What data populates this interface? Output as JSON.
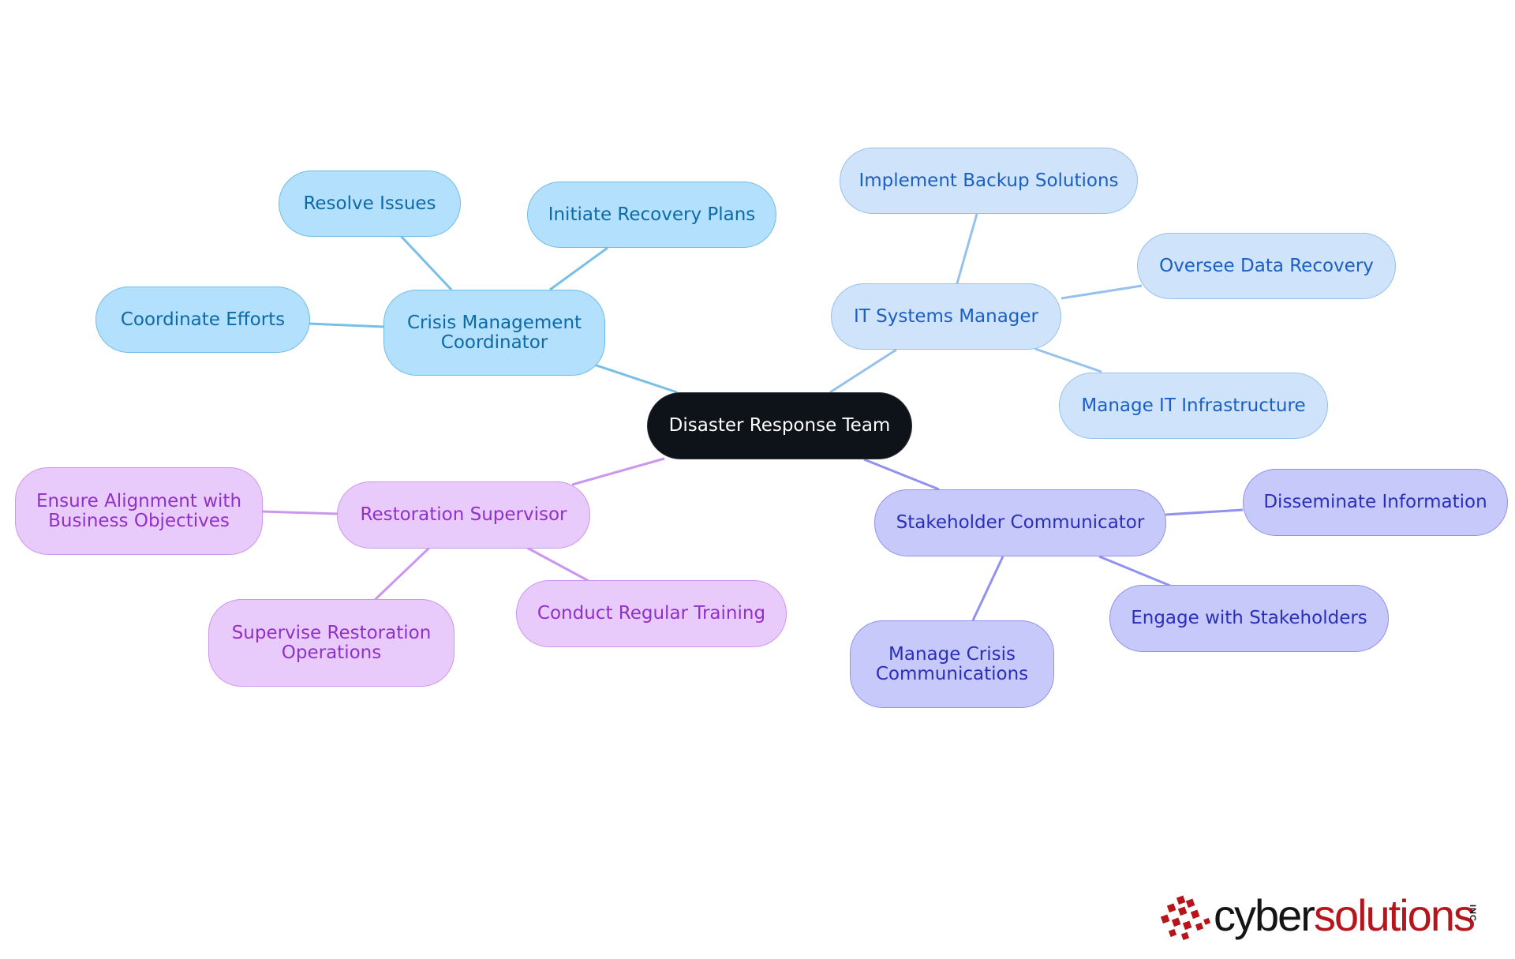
{
  "mindmap": {
    "root": "Disaster Response Team",
    "branches": [
      {
        "label": "Crisis Management\nCoordinator",
        "children": [
          "Resolve Issues",
          "Initiate Recovery Plans",
          "Coordinate Efforts"
        ]
      },
      {
        "label": "IT Systems Manager",
        "children": [
          "Implement Backup Solutions",
          "Oversee Data Recovery",
          "Manage IT Infrastructure"
        ]
      },
      {
        "label": "Stakeholder Communicator",
        "children": [
          "Disseminate Information",
          "Engage with Stakeholders",
          "Manage Crisis\nCommunications"
        ]
      },
      {
        "label": "Restoration Supervisor",
        "children": [
          "Ensure Alignment with\nBusiness Objectives",
          "Supervise Restoration\nOperations",
          "Conduct Regular Training"
        ]
      }
    ]
  },
  "colors": {
    "root_fill": "#0e131a",
    "cyan_branch": "#b3e0fd",
    "light_blue_branch": "#cfe3fb",
    "indigo_branch": "#c8c9fb",
    "violet_branch": "#e8cbfb",
    "logo_red": "#b8141b"
  },
  "logo": {
    "part1": "cyber",
    "part2": "solutions",
    "suffix": "INC"
  }
}
